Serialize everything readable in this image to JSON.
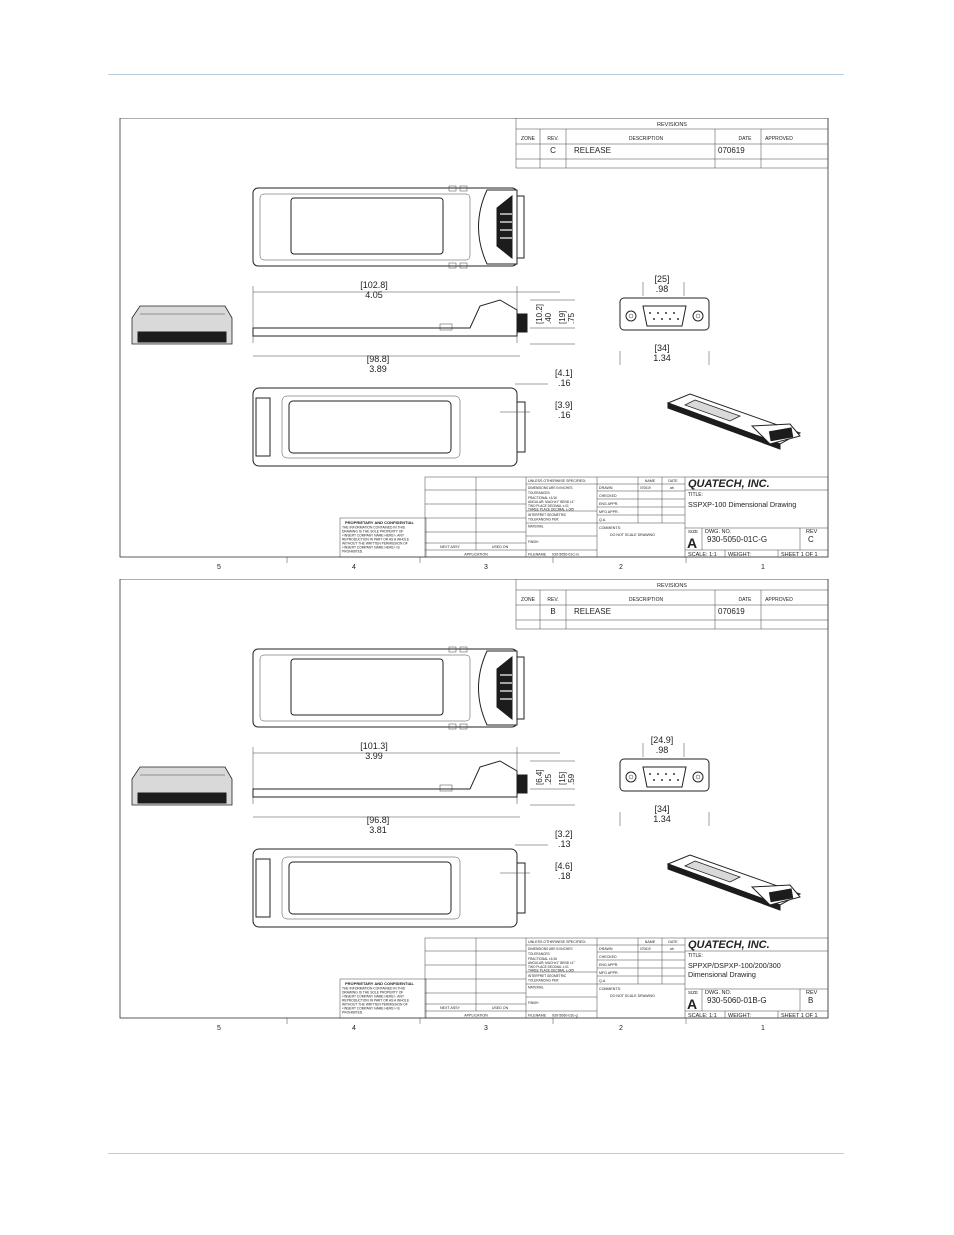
{
  "drawings": [
    {
      "revisions": {
        "header": "REVISIONS",
        "columns": [
          "ZONE",
          "REV.",
          "DESCRIPTION",
          "DATE",
          "APPROVED"
        ],
        "rows": [
          [
            "",
            "C",
            "RELEASE",
            "070619",
            ""
          ]
        ]
      },
      "dimensions": {
        "overall_length": {
          "mm": "[102.8]",
          "in": "4.05"
        },
        "card_length": {
          "mm": "[98.8]",
          "in": "3.89"
        },
        "height_a": {
          "mm": "[10.2]",
          "in": ".40"
        },
        "height_b": {
          "mm": "[19]",
          "in": ".75"
        },
        "end_width": {
          "mm": "[25]",
          "in": ".98"
        },
        "end_overall": {
          "mm": "[34]",
          "in": "1.34"
        },
        "offset_a": {
          "mm": "[4.1]",
          "in": ".16"
        },
        "offset_b": {
          "mm": "[3.9]",
          "in": ".16"
        }
      },
      "title_block": {
        "company": "QUATECH, INC.",
        "title_label": "TITLE:",
        "title": "SSPXP-100 Dimensional Drawing",
        "title_line2": "",
        "unless": "UNLESS OTHERWISE SPECIFIED:",
        "dims_in": "DIMENSIONS ARE IN INCHES",
        "tolerances": "TOLERANCES:",
        "fractional": "FRACTIONAL ±1/16",
        "angular": "ANGULAR: MACH±1° BEND ±1°",
        "two_place": "TWO PLACE DECIMAL ±.01",
        "three_place": "THREE PLACE DECIMAL ±.005",
        "interpret": "INTERPRET GEOMETRIC",
        "tol_per": "TOLERANCING PER:",
        "material": "MATERIAL",
        "finish": "FINISH",
        "filename_label": "FILENAME",
        "filename": "930-5050-01C-G",
        "name_col": "NAME",
        "date_col": "DATE",
        "drawn": "DRAWN",
        "drawn_date": "070619",
        "drawn_name": "wk",
        "checked": "CHECKED",
        "eng_appr": "ENG APPR.",
        "mfg_appr": "MFG APPR.",
        "qa": "Q.A.",
        "comments": "COMMENTS:",
        "do_not_scale": "DO NOT SCALE DRAWING",
        "size_label": "SIZE",
        "size": "A",
        "dwg_label": "DWG. NO.",
        "dwg_no": "930-5050-01C-G",
        "rev_label": "REV",
        "rev": "C",
        "scale": "SCALE: 1:1",
        "weight": "WEIGHT:",
        "sheet": "SHEET 1 OF 1",
        "next_assy": "NEXT ASSY",
        "used_on": "USED ON",
        "application": "APPLICATION",
        "proprietary": [
          "PROPRIETARY AND CONFIDENTIAL",
          "THE INFORMATION CONTAINED IN THIS",
          "DRAWING IS THE SOLE PROPERTY OF",
          "<INSERT COMPANY NAME HERE>. ANY",
          "REPRODUCTION IN PART OR AS A WHOLE",
          "WITHOUT THE WRITTEN PERMISSION OF",
          "<INSERT COMPANY NAME HERE> IS",
          "PROHIBITED."
        ]
      },
      "zones": [
        "5",
        "4",
        "3",
        "2",
        "1"
      ]
    },
    {
      "revisions": {
        "header": "REVISIONS",
        "columns": [
          "ZONE",
          "REV.",
          "DESCRIPTION",
          "DATE",
          "APPROVED"
        ],
        "rows": [
          [
            "",
            "B",
            "RELEASE",
            "070619",
            ""
          ]
        ]
      },
      "dimensions": {
        "overall_length": {
          "mm": "[101.3]",
          "in": "3.99"
        },
        "card_length": {
          "mm": "[96.8]",
          "in": "3.81"
        },
        "height_a": {
          "mm": "[6.4]",
          "in": ".25"
        },
        "height_b": {
          "mm": "[15]",
          "in": ".59"
        },
        "end_width": {
          "mm": "[24.9]",
          "in": ".98"
        },
        "end_overall": {
          "mm": "[34]",
          "in": "1.34"
        },
        "offset_a": {
          "mm": "[3.2]",
          "in": ".13"
        },
        "offset_b": {
          "mm": "[4.6]",
          "in": ".18"
        }
      },
      "title_block": {
        "company": "QUATECH, INC.",
        "title_label": "TITLE:",
        "title": "SPPXP/DSPXP-100/200/300",
        "title_line2": "Dimensional Drawing",
        "unless": "UNLESS OTHERWISE SPECIFIED:",
        "dims_in": "DIMENSIONS ARE IN INCHES",
        "tolerances": "TOLERANCES:",
        "fractional": "FRACTIONAL ±1/16",
        "angular": "ANGULAR: MACH±1° BEND ±1°",
        "two_place": "TWO PLACE DECIMAL ±.01",
        "three_place": "THREE PLACE DECIMAL ±.005",
        "interpret": "INTERPRET GEOMETRIC",
        "tol_per": "TOLERANCING PER:",
        "material": "MATERIAL",
        "finish": "FINISH",
        "filename_label": "FILENAME",
        "filename": "930-5060-01b-g",
        "name_col": "NAME",
        "date_col": "DATE",
        "drawn": "DRAWN",
        "drawn_date": "070619",
        "drawn_name": "wk",
        "checked": "CHECKED",
        "eng_appr": "ENG APPR.",
        "mfg_appr": "MFG APPR.",
        "qa": "Q.A.",
        "comments": "COMMENTS:",
        "do_not_scale": "DO NOT SCALE DRAWING",
        "size_label": "SIZE",
        "size": "A",
        "dwg_label": "DWG. NO.",
        "dwg_no": "930-5060-01B-G",
        "rev_label": "REV",
        "rev": "B",
        "scale": "SCALE: 1:1",
        "weight": "WEIGHT:",
        "sheet": "SHEET 1 OF 1",
        "next_assy": "NEXT ASSY",
        "used_on": "USED ON",
        "application": "APPLICATION",
        "proprietary": [
          "PROPRIETARY AND CONFIDENTIAL",
          "THE INFORMATION CONTAINED IN THIS",
          "DRAWING IS THE SOLE PROPERTY OF",
          "<INSERT COMPANY NAME HERE>. ANY",
          "REPRODUCTION IN PART OR AS A WHOLE",
          "WITHOUT THE WRITTEN PERMISSION OF",
          "<INSERT COMPANY NAME HERE> IS",
          "PROHIBITED."
        ]
      },
      "zones": [
        "5",
        "4",
        "3",
        "2",
        "1"
      ]
    }
  ]
}
